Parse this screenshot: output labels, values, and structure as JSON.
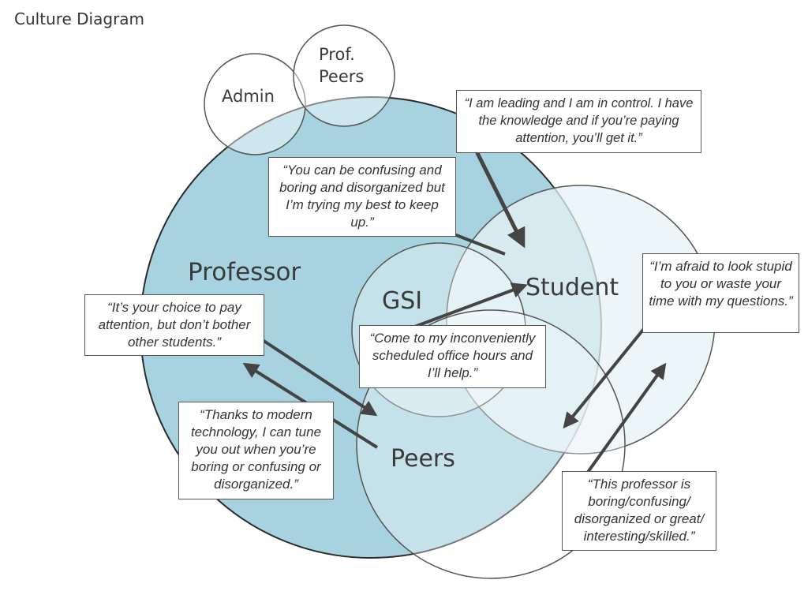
{
  "title": "Culture Diagram",
  "circles": {
    "admin": "Admin",
    "prof_peers_line1": "Prof.",
    "prof_peers_line2": "Peers",
    "professor": "Professor",
    "gsi": "GSI",
    "student": "Student",
    "peers": "Peers"
  },
  "quotes": {
    "professor_to_student": "“I am leading and I am in control. I have the knowledge and if you’re paying attention, you’ll get it.”",
    "student_to_professor": "“You can be confusing and boring and disorganized but I’m trying my best to keep up.”",
    "professor_to_peers": "“It’s your choice to pay attention, but don’t bother other students.”",
    "peers_to_professor": "“Thanks to modern technology, I can tune you out when you’re boring or confusing or disorganized.”",
    "gsi_to_student": "“Come to my inconveniently scheduled office hours and I’ll help.”",
    "student_to_peers": "“I’m afraid to look stupid to you or waste your time with my questions.”",
    "peers_to_student": "“This professor is boring/confusing/ disorganized or great/ interesting/skilled.”"
  },
  "colors": {
    "professor_fill": "#a7d3e0",
    "student_fill": "#dcedf3",
    "arrow": "#444444",
    "outline": "#555555"
  }
}
